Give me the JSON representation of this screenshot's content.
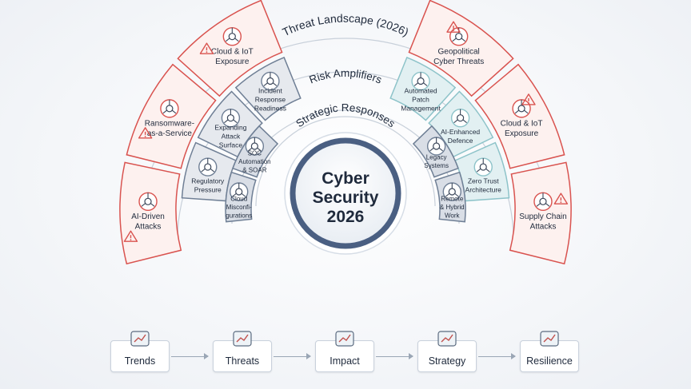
{
  "center": {
    "line1": "Cyber",
    "line2": "Security",
    "line3": "2026"
  },
  "rings": {
    "outer": "Threat Landscape (2026)",
    "middle": "Risk Amplifiers",
    "inner": "Strategic Responses"
  },
  "left_outer": [
    {
      "lines": [
        "AI-Driven",
        "Attacks"
      ],
      "icon": "ai-network-icon"
    },
    {
      "lines": [
        "Ransomware-",
        "as-a-Service"
      ],
      "icon": "ransomware-lock-icon"
    },
    {
      "lines": [
        "Cloud & IoT",
        "Exposure"
      ],
      "icon": "cloud-iot-icon"
    }
  ],
  "right_outer": [
    {
      "lines": [
        "Supply Chain",
        "Attacks"
      ],
      "icon": "chain-link-icon"
    },
    {
      "lines": [
        "Cloud & IoT",
        "Exposure"
      ],
      "icon": "cloud-network-icon"
    },
    {
      "lines": [
        "Geopolitical",
        "Cyber Threats"
      ],
      "icon": "globe-target-icon"
    }
  ],
  "left_middle": [
    {
      "lines": [
        "Regulatory",
        "Pressure"
      ],
      "icon": "document-gavel-icon"
    },
    {
      "lines": [
        "Expanding",
        "Attack",
        "Surface"
      ],
      "icon": "network-nodes-icon"
    },
    {
      "lines": [
        "Incident",
        "Response",
        "Readiness"
      ],
      "icon": "alert-screen-icon"
    }
  ],
  "left_inner": [
    {
      "lines": [
        "Cloud",
        "Misconfi-",
        "gurations"
      ],
      "icon": "cloud-gear-icon"
    },
    {
      "lines": [
        "SOC",
        "Automation",
        "& SOAR"
      ],
      "icon": "soc-monitor-icon"
    }
  ],
  "right_middle": [
    {
      "lines": [
        "Zero Trust",
        "Architecture"
      ],
      "icon": "shield-lock-icon"
    },
    {
      "lines": [
        "AI-Enhanced",
        "Defence"
      ],
      "icon": "ai-brain-icon"
    },
    {
      "lines": [
        "Automated",
        "Patch",
        "Management"
      ],
      "icon": "wrench-tools-icon"
    }
  ],
  "right_inner": [
    {
      "lines": [
        "Remote",
        "& Hybrid",
        "Work"
      ],
      "icon": "remote-desk-icon"
    },
    {
      "lines": [
        "Legacy",
        "Systems"
      ],
      "icon": "legacy-server-icon"
    }
  ],
  "flow": [
    {
      "label": "Trends",
      "icon": "trend-chart-icon"
    },
    {
      "label": "Threats",
      "icon": "warning-triangle-icon"
    },
    {
      "label": "Impact",
      "icon": "broken-shield-icon"
    },
    {
      "label": "Strategy",
      "icon": "strategy-map-icon"
    },
    {
      "label": "Resilience",
      "icon": "shield-plant-icon"
    }
  ],
  "colors": {
    "red": "#d9534f",
    "orange": "#f0a86b",
    "slate": "#6f7f95",
    "teal": "#8dc3c9",
    "center_ring": "#4a5f82"
  }
}
